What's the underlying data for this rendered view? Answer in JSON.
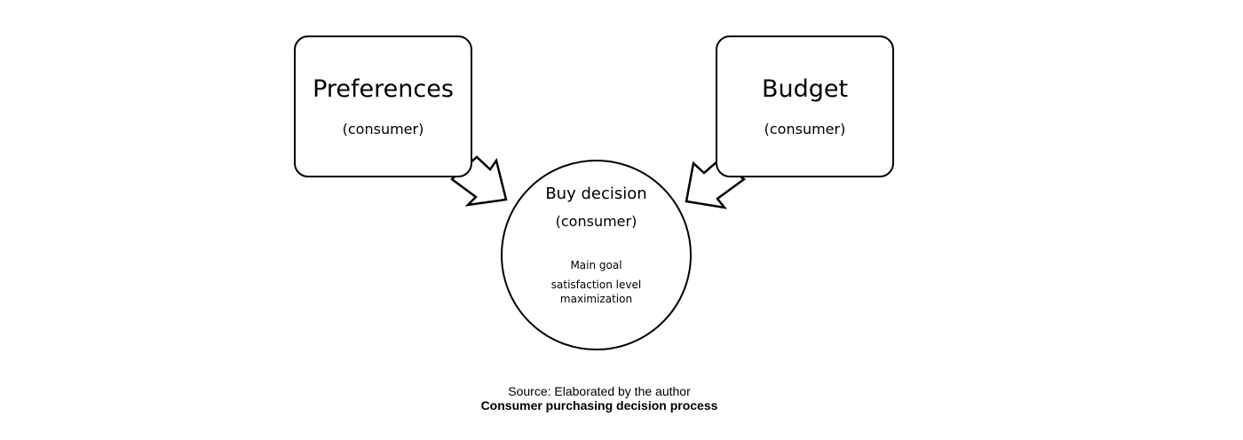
{
  "diagram": {
    "nodes": {
      "preferences": {
        "title": "Preferences",
        "subtitle": "(consumer)"
      },
      "budget": {
        "title": "Budget",
        "subtitle": "(consumer)"
      },
      "decision": {
        "title": "Buy decision",
        "subtitle": "(consumer)",
        "goal_label": "Main goal",
        "goal_description": "satisfaction level maximization"
      }
    },
    "edges": [
      {
        "from": "preferences",
        "to": "decision"
      },
      {
        "from": "budget",
        "to": "decision"
      }
    ]
  },
  "caption": {
    "source": "Source: Elaborated by the author",
    "title": "Consumer purchasing decision process"
  }
}
